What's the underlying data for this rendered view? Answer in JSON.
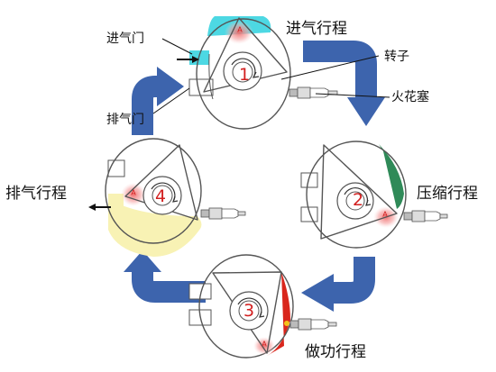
{
  "labels": {
    "intake_stroke": "进气行程",
    "compression_stroke": "压缩行程",
    "power_stroke": "做功行程",
    "exhaust_stroke": "排气行程",
    "intake_valve": "进气门",
    "exhaust_valve": "排气门",
    "rotor": "转子",
    "spark_plug": "火花塞"
  },
  "stages": [
    {
      "number": "1",
      "apex": "A"
    },
    {
      "number": "2",
      "apex": "A"
    },
    {
      "number": "3",
      "apex": "A"
    },
    {
      "number": "4",
      "apex": "A"
    }
  ],
  "colors": {
    "flow_arrow": "#3d64ad",
    "intake_fill": "#4dd8e3",
    "compression_fill": "#2f8a58",
    "power_fill": "#d9261c",
    "exhaust_fill": "#f8f2b4",
    "hot_spot": "#f28a8a",
    "number": "#d21f1f"
  }
}
